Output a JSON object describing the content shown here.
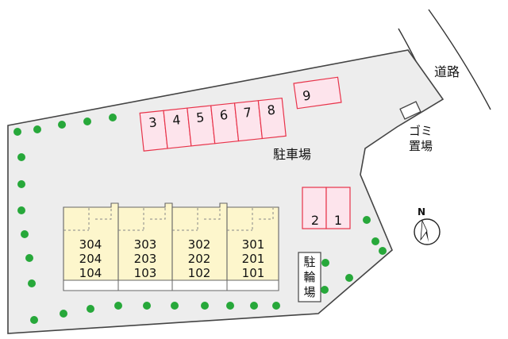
{
  "labels": {
    "road": "道路",
    "parking": "駐車場",
    "garbage_top": "ゴミ",
    "garbage_bottom": "置場",
    "bicycle": [
      "駐",
      "輪",
      "場"
    ],
    "compass": "N"
  },
  "parking_spaces": [
    "1",
    "2",
    "3",
    "4",
    "5",
    "6",
    "7",
    "8",
    "9"
  ],
  "buildings": [
    {
      "units": [
        "304",
        "204",
        "104"
      ]
    },
    {
      "units": [
        "303",
        "203",
        "103"
      ]
    },
    {
      "units": [
        "302",
        "202",
        "102"
      ]
    },
    {
      "units": [
        "301",
        "201",
        "101"
      ]
    }
  ],
  "colors": {
    "site_fill": "#ededed",
    "site_stroke": "#444444",
    "parking_fill": "#fde4ec",
    "parking_stroke": "#e8334a",
    "building_fill": "#fdf6cc",
    "building_stroke": "#666666",
    "tree": "#27a83a",
    "road_line": "#333333"
  }
}
